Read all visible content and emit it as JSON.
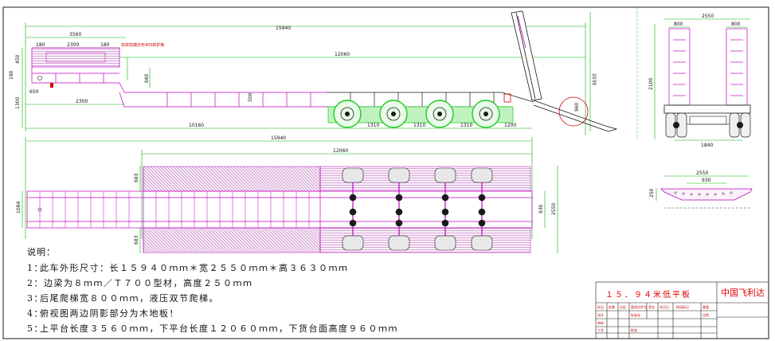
{
  "side_view": {
    "dims": {
      "overall_length": "15940",
      "upper_deck_length": "3560",
      "upper_front_1": "180",
      "upper_mid": "2300",
      "upper_front_2": "180",
      "lower_deck_length": "12060",
      "rear_ramp_height": "2030",
      "height_450": "450",
      "height_190": "190",
      "height_1300": "1300",
      "gooseneck_650": "650",
      "step_660": "660",
      "king_pin_2300": "2300",
      "wheelbase_10160": "10160",
      "axle_1310_a": "1310",
      "axle_1310_b": "1310",
      "axle_1310_c": "1310",
      "rear_1200": "1200",
      "rear_960": "960",
      "mid_500": "500"
    },
    "red_note": "前突前端外形400的护板"
  },
  "top_view": {
    "dims": {
      "overall_length": "15940",
      "lower_deck_length": "12060",
      "side_683_top": "683",
      "side_683_bottom": "683",
      "width_1084": "1084",
      "width_930": "930",
      "width_2550": "2550"
    }
  },
  "rear_view": {
    "dims": {
      "width": "2550",
      "ramp_left": "800",
      "ramp_right": "800",
      "height": "2100",
      "track": "1840"
    }
  },
  "section_view": {
    "dims": {
      "width": "2550",
      "inner": "930",
      "height": "250"
    }
  },
  "notes": {
    "header": "说明：",
    "items": [
      {
        "num": "1：",
        "text": "此车外形尺寸：长１５９４０ｍｍ＊宽２５５０ｍｍ＊高３６３０ｍｍ"
      },
      {
        "num": "2：",
        "text": "  边梁为８ｍｍ／Ｔ７００型材，高度２５０ｍｍ"
      },
      {
        "num": "3：",
        "text": "后尾爬梯宽８００ｍｍ，液压双节爬梯。"
      },
      {
        "num": "4：",
        "text": "俯视图两边阴影部分为木地板！"
      },
      {
        "num": "5：",
        "text": "上平台长度３５６０ｍｍ，下平台长度１２０６０ｍｍ，下货台面高度９６０ｍｍ"
      }
    ]
  },
  "title_block": {
    "title": "１５．９４米低平板",
    "company": "中国飞利达",
    "cells": [
      "标记",
      "处数",
      "分区",
      "更改文件号",
      "签名",
      "年月日",
      "设计",
      "标准化",
      "审核",
      "工艺",
      "批准",
      "阶段标记",
      "重量",
      "比例"
    ]
  },
  "colors": {
    "frame": "#1a1a1a",
    "dimension": "#00b400",
    "structure": "#c000c0",
    "wheel_green": "#22c922",
    "annotation": "#d00000",
    "wood": "#c070c0"
  }
}
